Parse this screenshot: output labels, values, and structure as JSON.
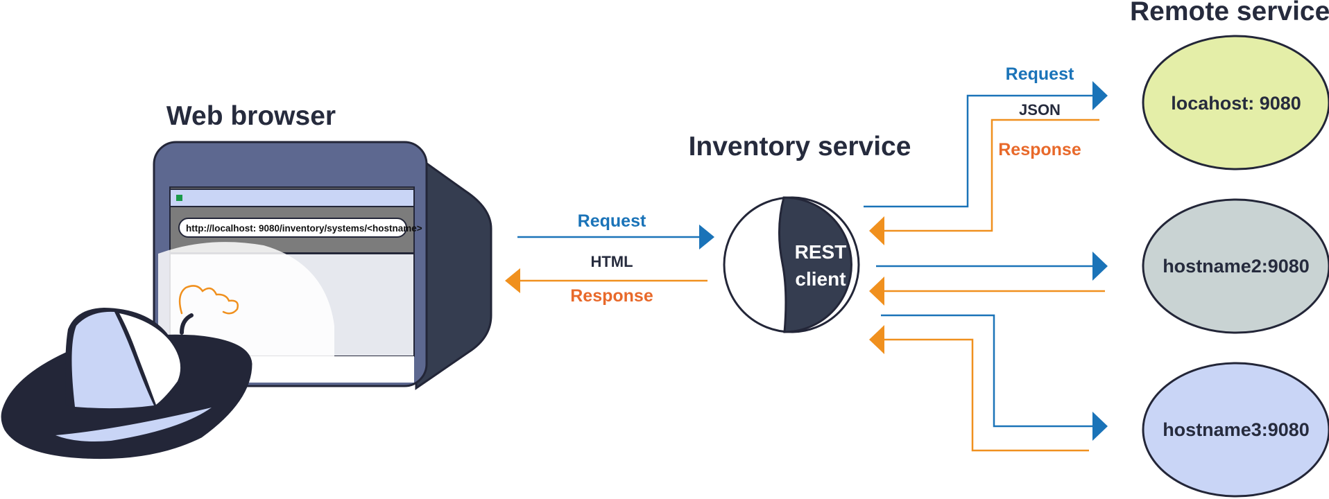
{
  "browser": {
    "title": "Web browser",
    "url": "http://localhost: 9080/inventory/systems/<hostname>"
  },
  "inventory": {
    "title": "Inventory service",
    "client_line1": "REST",
    "client_line2": "client"
  },
  "left_exchange": {
    "request": "Request",
    "format": "HTML",
    "response": "Response"
  },
  "remote": {
    "title": "Remote services",
    "request": "Request",
    "format": "JSON",
    "response": "Response",
    "hosts": [
      "locahost: 9080",
      "hostname2:9080",
      "hostname3:9080"
    ]
  },
  "colors": {
    "request": "#1a73b8",
    "response": "#f0901e",
    "response_text": "#e8692a",
    "title": "#262b3d",
    "host1_fill": "#e4eea8",
    "host2_fill": "#c9d3d3",
    "host3_fill": "#c9d5f6",
    "browser_frame": "#5d6890",
    "browser_side": "#353d50",
    "hat_dark": "#232638",
    "hat_light": "#c9d5f6"
  },
  "icons": [
    "browser-window-icon",
    "hat-icon",
    "rest-client-circle-icon",
    "arrow-right-icon",
    "arrow-left-icon"
  ]
}
